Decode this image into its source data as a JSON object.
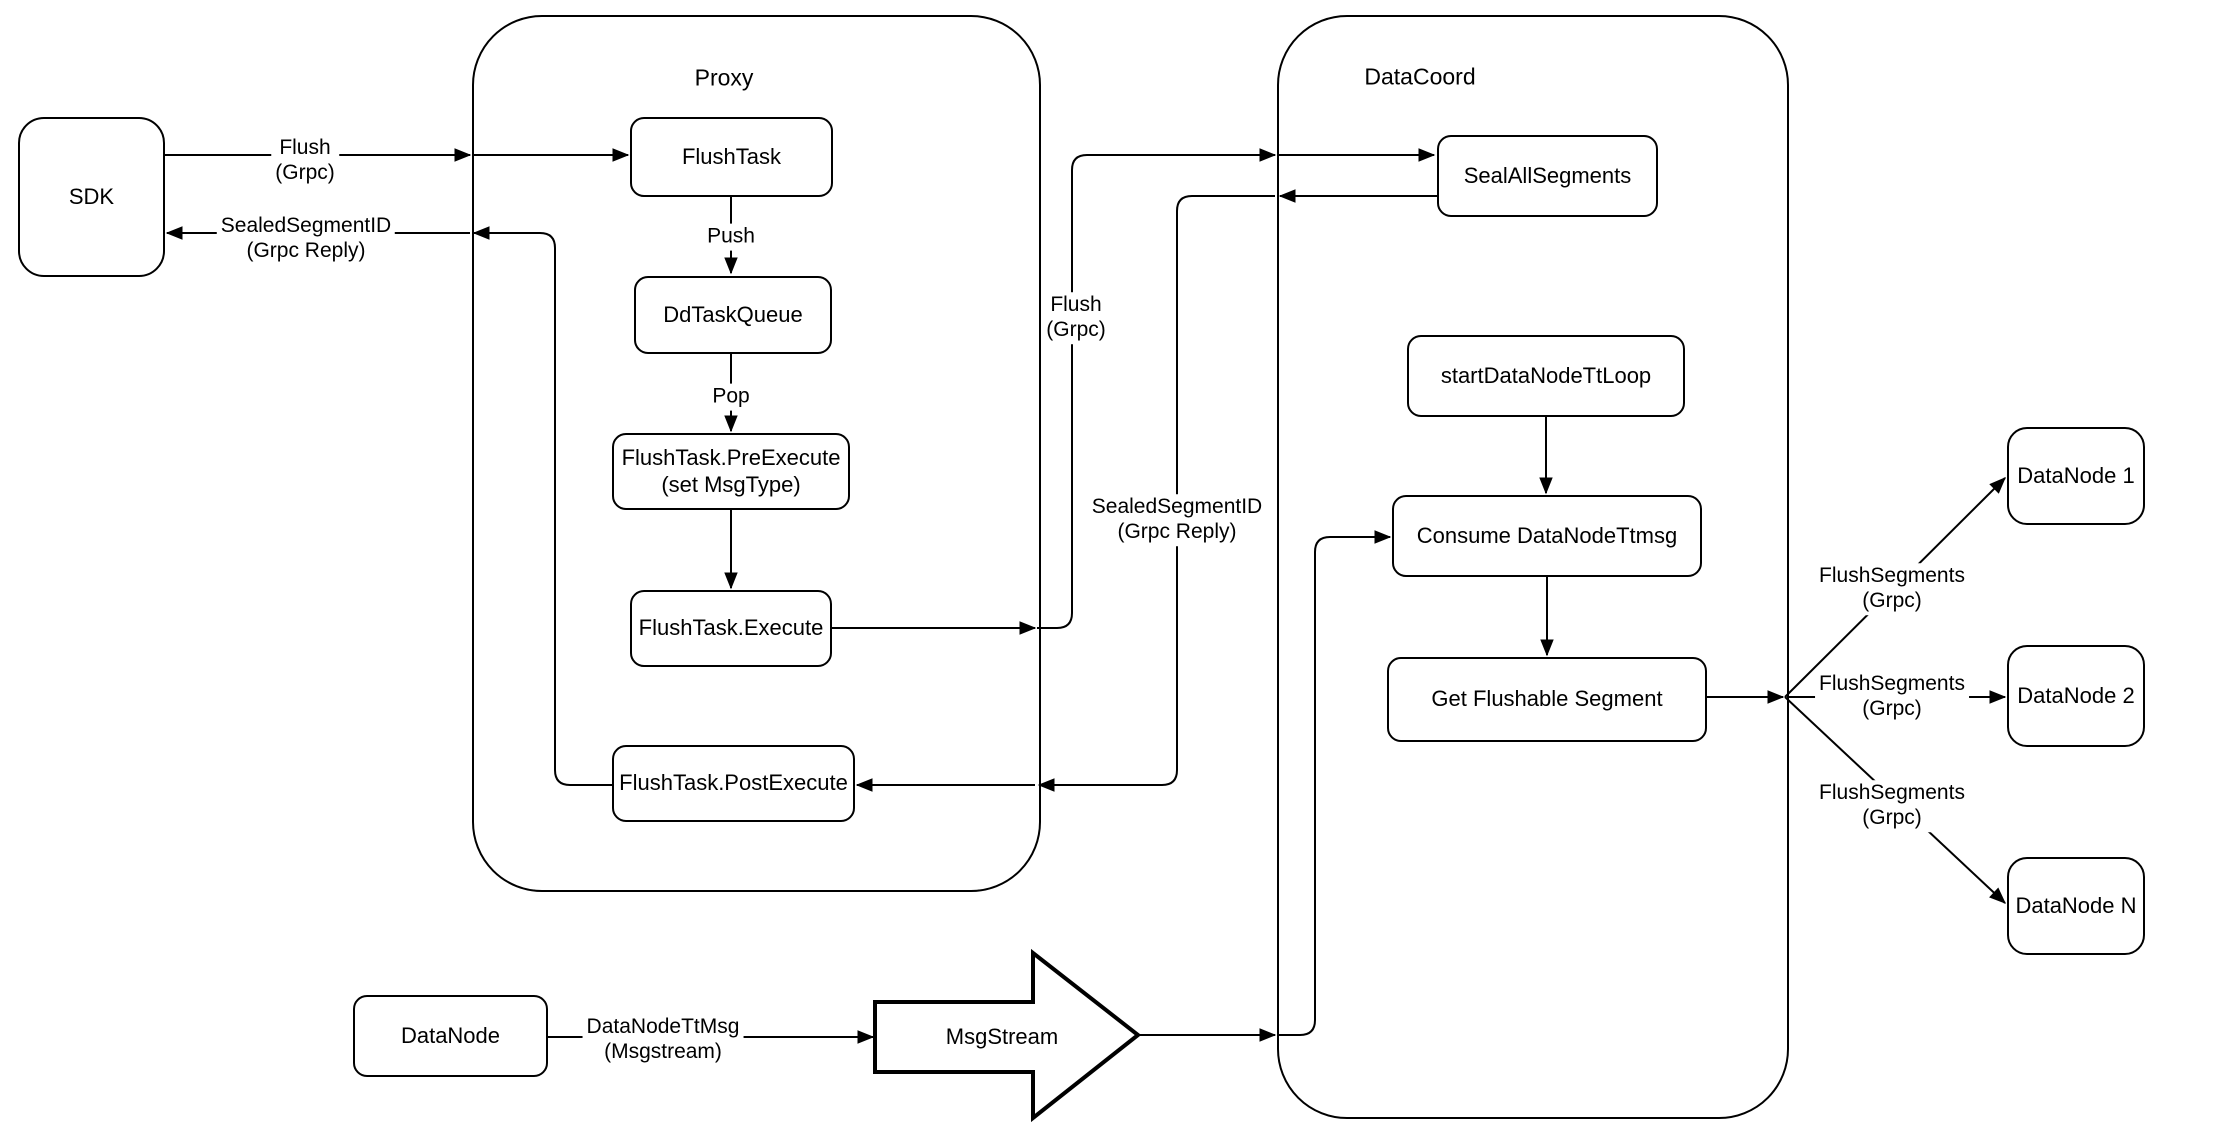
{
  "diagram": {
    "title_domain": "Milvus flush data flow diagram",
    "colors": {
      "background": "#ffffff",
      "stroke": "#000000",
      "text": "#000000"
    },
    "containers": {
      "proxy": {
        "label": "Proxy"
      },
      "datacoord": {
        "label": "DataCoord"
      }
    },
    "nodes": {
      "sdk": {
        "label": "SDK"
      },
      "flush_task": {
        "label": "FlushTask"
      },
      "dd_task_queue": {
        "label": "DdTaskQueue"
      },
      "pre_execute": {
        "line1": "FlushTask.PreExecute",
        "line2": "(set MsgType)"
      },
      "execute": {
        "label": "FlushTask.Execute"
      },
      "post_execute": {
        "label": "FlushTask.PostExecute"
      },
      "seal_all_segments": {
        "label": "SealAllSegments"
      },
      "start_datanode_tt_loop": {
        "label": "startDataNodeTtLoop"
      },
      "consume_datanode_ttmsg": {
        "label": "Consume DataNodeTtmsg"
      },
      "get_flushable_segment": {
        "label": "Get Flushable Segment"
      },
      "datanode_1": {
        "label": "DataNode 1"
      },
      "datanode_2": {
        "label": "DataNode 2"
      },
      "datanode_n": {
        "label": "DataNode N"
      },
      "datanode_bottom": {
        "label": "DataNode"
      },
      "msgstream": {
        "label": "MsgStream"
      }
    },
    "edge_labels": {
      "flush_sdk_proxy": {
        "line1": "Flush",
        "line2": "(Grpc)"
      },
      "sealed_proxy_sdk": {
        "line1": "SealedSegmentID",
        "line2": "(Grpc Reply)"
      },
      "push": {
        "label": "Push"
      },
      "pop": {
        "label": "Pop"
      },
      "flush_proxy_datacoord": {
        "line1": "Flush",
        "line2": "(Grpc)"
      },
      "sealed_datacoord_proxy": {
        "line1": "SealedSegmentID",
        "line2": "(Grpc Reply)"
      },
      "flush_segments_1": {
        "line1": "FlushSegments",
        "line2": "(Grpc)"
      },
      "flush_segments_2": {
        "line1": "FlushSegments",
        "line2": "(Grpc)"
      },
      "flush_segments_3": {
        "line1": "FlushSegments",
        "line2": "(Grpc)"
      },
      "datanode_ttmsg": {
        "line1": "DataNodeTtMsg",
        "line2": "(Msgstream)"
      }
    }
  }
}
